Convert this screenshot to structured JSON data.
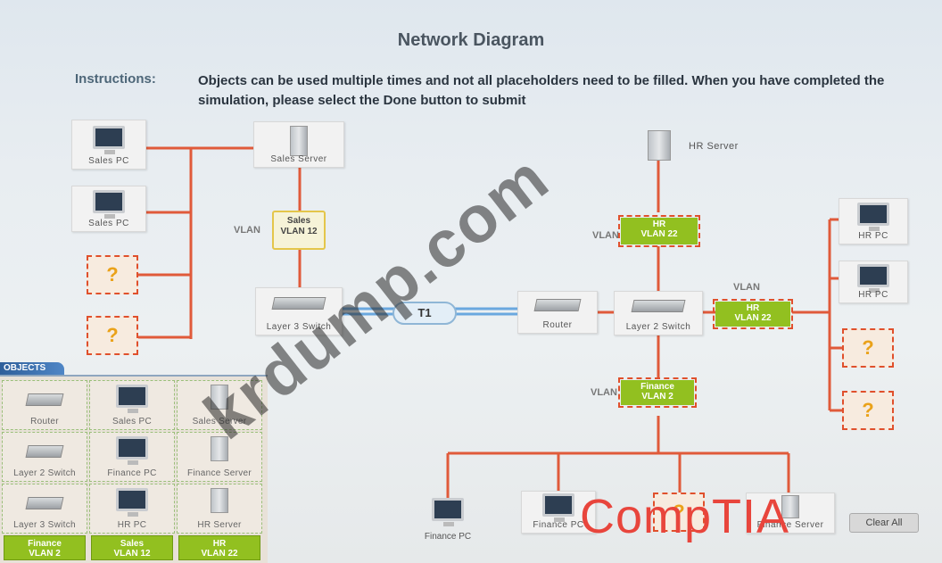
{
  "title": "Network Diagram",
  "instructions": {
    "label": "Instructions:",
    "text": "Objects can be used multiple times and not all placeholders need to be filled. When you have completed the simulation, please select the Done button to submit"
  },
  "diagram": {
    "sales_pc_1": "Sales PC",
    "sales_pc_2": "Sales PC",
    "sales_server": "Sales Server",
    "hr_server": "HR Server",
    "layer3_switch": "Layer 3 Switch",
    "router": "Router",
    "layer2_switch": "Layer 2 Switch",
    "hr_pc_1": "HR PC",
    "hr_pc_2": "HR PC",
    "finance_pc_1": "Finance PC",
    "finance_pc_2": "Finance PC",
    "finance_server": "Finance Server",
    "link_t1": "T1",
    "vlan_word": "VLAN",
    "placeholder_mark": "?",
    "sales_vlan": {
      "line1": "Sales",
      "line2": "VLAN 12"
    },
    "hr_vlan_top": {
      "line1": "HR",
      "line2": "VLAN 22"
    },
    "hr_vlan_right": {
      "line1": "HR",
      "line2": "VLAN 22"
    },
    "finance_vlan": {
      "line1": "Finance",
      "line2": "VLAN 2"
    }
  },
  "objects": {
    "header": "OBJECTS",
    "items": [
      "Router",
      "Sales PC",
      "Sales Server",
      "Layer 2 Switch",
      "Finance PC",
      "Finance Server",
      "Layer 3 Switch",
      "HR PC",
      "HR Server"
    ],
    "vlans": [
      {
        "line1": "Finance",
        "line2": "VLAN 2"
      },
      {
        "line1": "Sales",
        "line2": "VLAN 12"
      },
      {
        "line1": "HR",
        "line2": "VLAN 22"
      }
    ]
  },
  "clear_all": "Clear All",
  "watermark": "krdump.com",
  "logo": "CompTIA",
  "colors": {
    "link": "#e05a3a",
    "trunk": "#6aa8df",
    "vlan_green": "#92c020",
    "placeholder_border": "#e0502c"
  }
}
